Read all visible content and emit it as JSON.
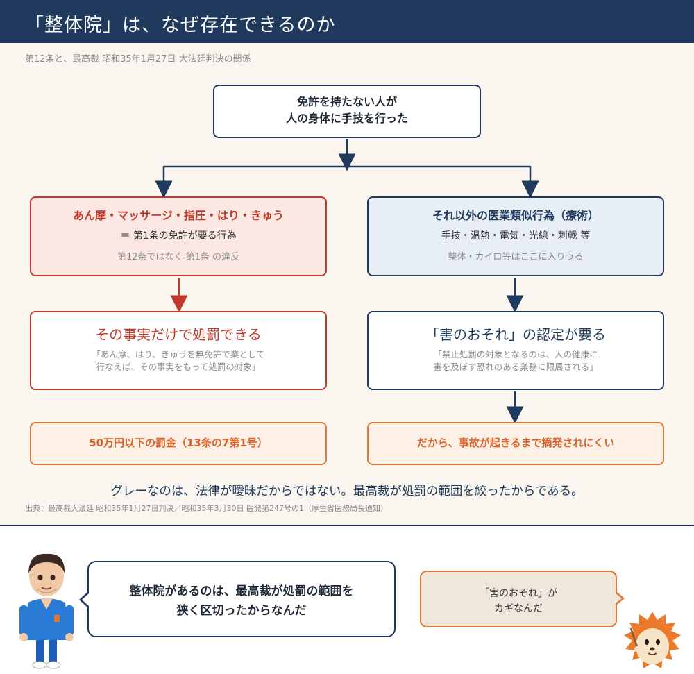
{
  "header": {
    "title": "「整体院」は、なぜ存在できるのか",
    "subtitle": "第12条と、最高裁 昭和35年1月27日 大法廷判決の関係"
  },
  "flow": {
    "top": {
      "line1": "免許を持たない人が",
      "line2": "人の身体に手技を行った"
    },
    "left_category": {
      "title": "あん摩・マッサージ・指圧・はり・きゅう",
      "line2": "＝ 第1条の免許が要る行為",
      "line3": "第12条ではなく 第1条 の違反"
    },
    "right_category": {
      "title": "それ以外の医業類似行為（療術）",
      "line2": "手技・温熱・電気・光線・刺戟 等",
      "line3": "整体・カイロ等はここに入りうる"
    },
    "left_result": {
      "title": "その事実だけで処罰できる",
      "quote_line1": "「あん摩、はり、きゅうを無免許で業として",
      "quote_line2": "行なえば、その事実をもって処罰の対象」"
    },
    "right_result": {
      "title": "「害のおそれ」の認定が要る",
      "quote_line1": "「禁止処罰の対象となるのは、人の健康に",
      "quote_line2": "害を及ぼす恐れのある業務に限局される」"
    },
    "left_outcome": "50万円以下の罰金（13条の7第1号）",
    "right_outcome": "だから、事故が起きるまで摘発されにくい"
  },
  "conclusion": "グレーなのは、法律が曖昧だからではない。最高裁が処罰の範囲を絞ったからである。",
  "source": "出典：最高裁大法廷 昭和35年1月27日判決／昭和35年3月30日 医発第247号の1（厚生省医務局長通知）",
  "dialogue": {
    "doctor_line1": "整体院があるのは、最高裁が処罰の範囲を",
    "doctor_line2": "狭く区切ったからなんだ",
    "hedgehog_line1": "「害のおそれ」が",
    "hedgehog_line2": "カギなんだ"
  },
  "colors": {
    "navy": "#1f3a5c",
    "red": "#c0392b",
    "orange": "#e07a3a",
    "panel_bg": "#faf5ee"
  }
}
